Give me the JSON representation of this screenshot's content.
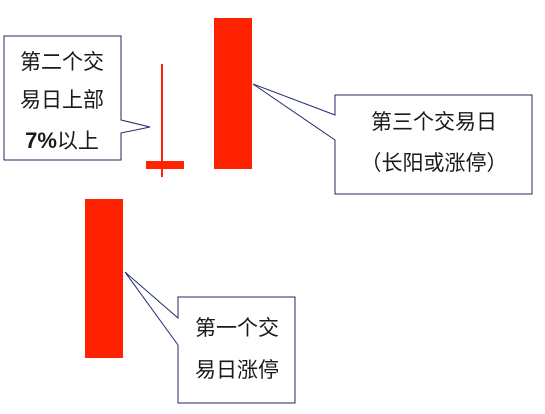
{
  "candles": [
    {
      "id": "day1",
      "kind": "long-bullish",
      "color": "#ff2200"
    },
    {
      "id": "day2",
      "kind": "hammer",
      "color": "#ff2200"
    },
    {
      "id": "day3",
      "kind": "long-bullish",
      "color": "#ff2200"
    }
  ],
  "callouts": {
    "day1": {
      "line1": "第一个交",
      "line2": "易日涨停"
    },
    "day2": {
      "line1": "第二个交",
      "line2": "易日上部",
      "line3_bold": "7%",
      "line3_rest": "以上"
    },
    "day3": {
      "line1": "第三个交易日",
      "line2": "（长阳或涨停）"
    }
  },
  "colors": {
    "candle": "#ff2200",
    "callout_border": "#1f2a6b",
    "text": "#1a1a1a"
  }
}
